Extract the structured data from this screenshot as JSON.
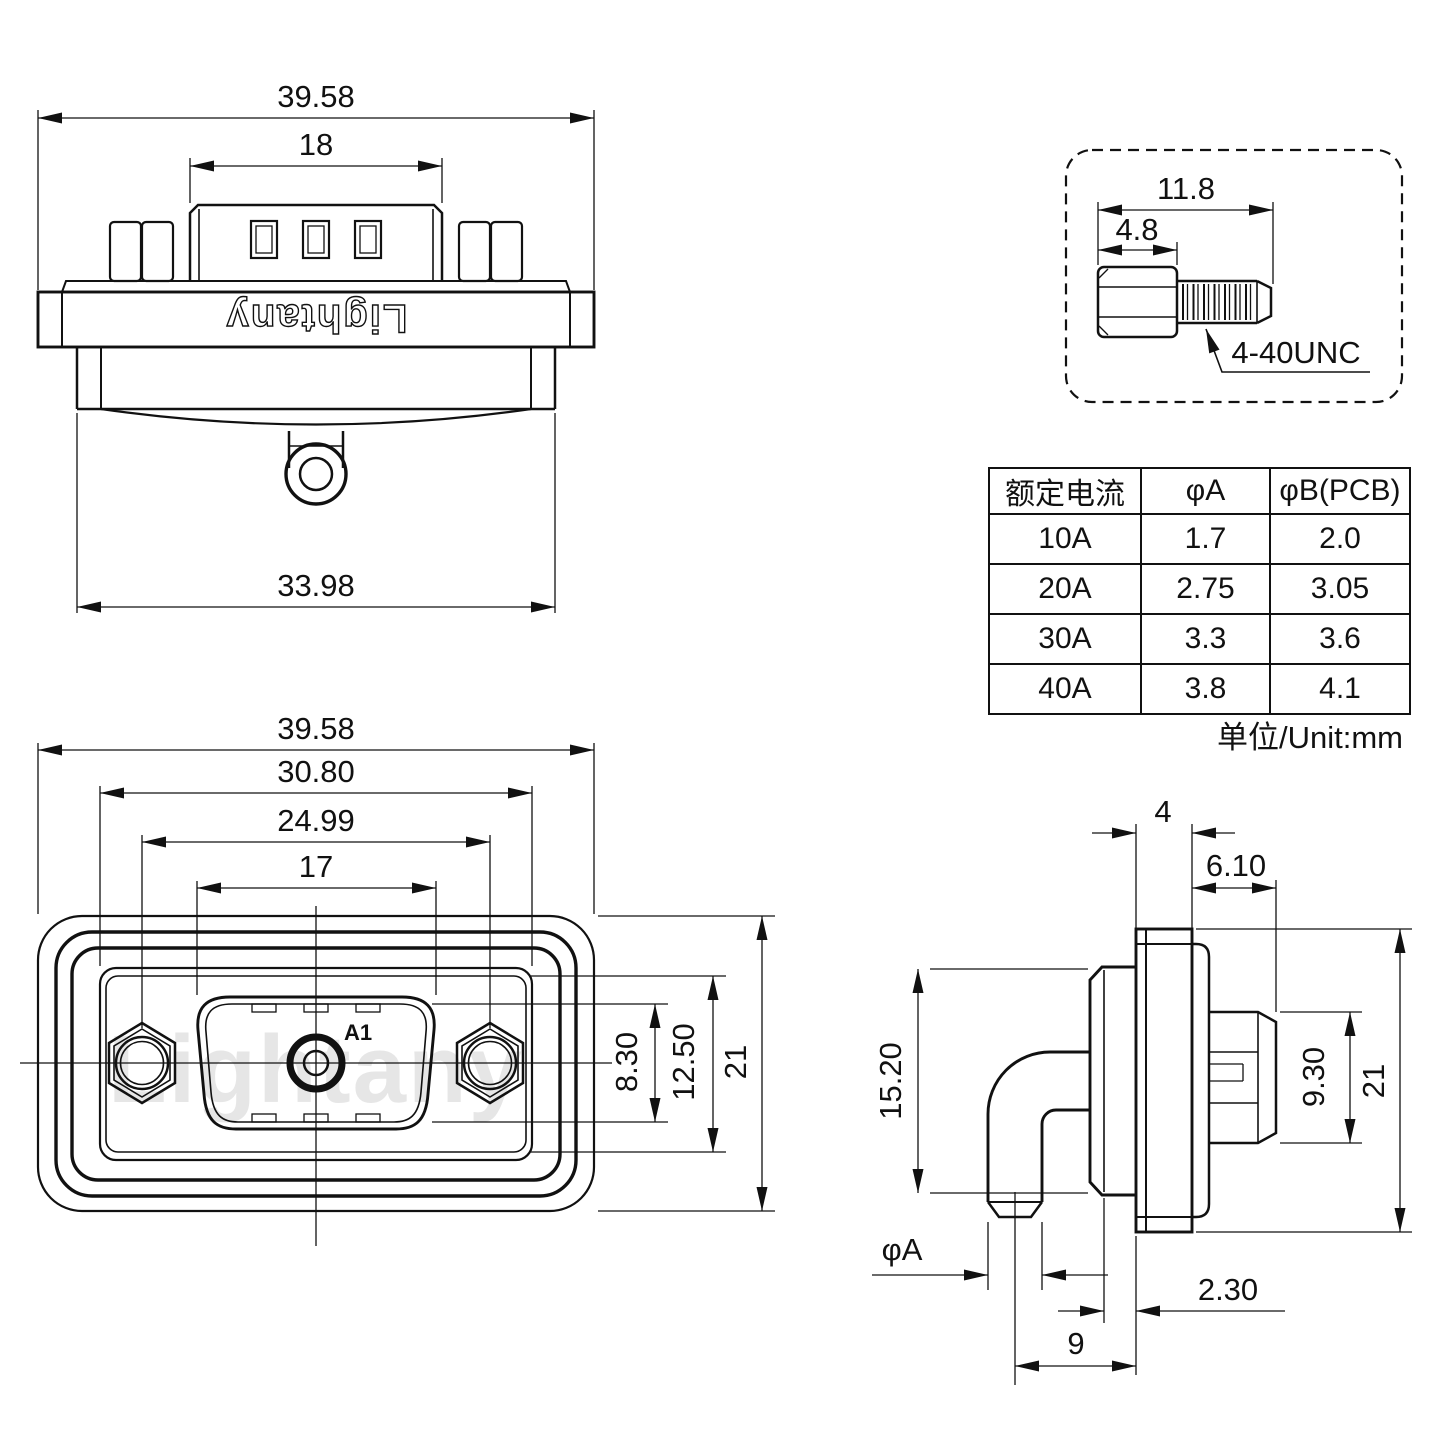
{
  "views": {
    "top": {
      "logo": "Lightany",
      "dims": {
        "overall_width": "39.58",
        "insert_width": "18",
        "body_width": "33.98"
      }
    },
    "screw": {
      "dims": {
        "total_length": "11.8",
        "head_length": "4.8"
      },
      "thread_label": "4-40UNC"
    },
    "front": {
      "watermark": "Lightany",
      "pin_label": "A1",
      "dims": {
        "overall_width": "39.58",
        "panel_width": "30.80",
        "mount_pitch": "24.99",
        "insert_width": "17",
        "opening_height": "8.30",
        "insert_height": "12.50",
        "overall_height": "21"
      }
    },
    "side": {
      "dims": {
        "flange_thickness": "4",
        "bushing_length": "6.10",
        "pin_depth": "15.20",
        "bushing_height": "9.30",
        "overall_height": "21",
        "pin_diameter": "φA",
        "face_offset": "2.30",
        "pin_pitch": "9"
      }
    }
  },
  "table": {
    "headers": [
      "额定电流",
      "φA",
      "φB(PCB)"
    ],
    "rows": [
      [
        "10A",
        "1.7",
        "2.0"
      ],
      [
        "20A",
        "2.75",
        "3.05"
      ],
      [
        "30A",
        "3.3",
        "3.6"
      ],
      [
        "40A",
        "3.8",
        "4.1"
      ]
    ],
    "unit_note": "单位/Unit:mm"
  },
  "colors": {
    "line": "#111111",
    "watermark": "#e6e6e6",
    "background": "#ffffff"
  }
}
